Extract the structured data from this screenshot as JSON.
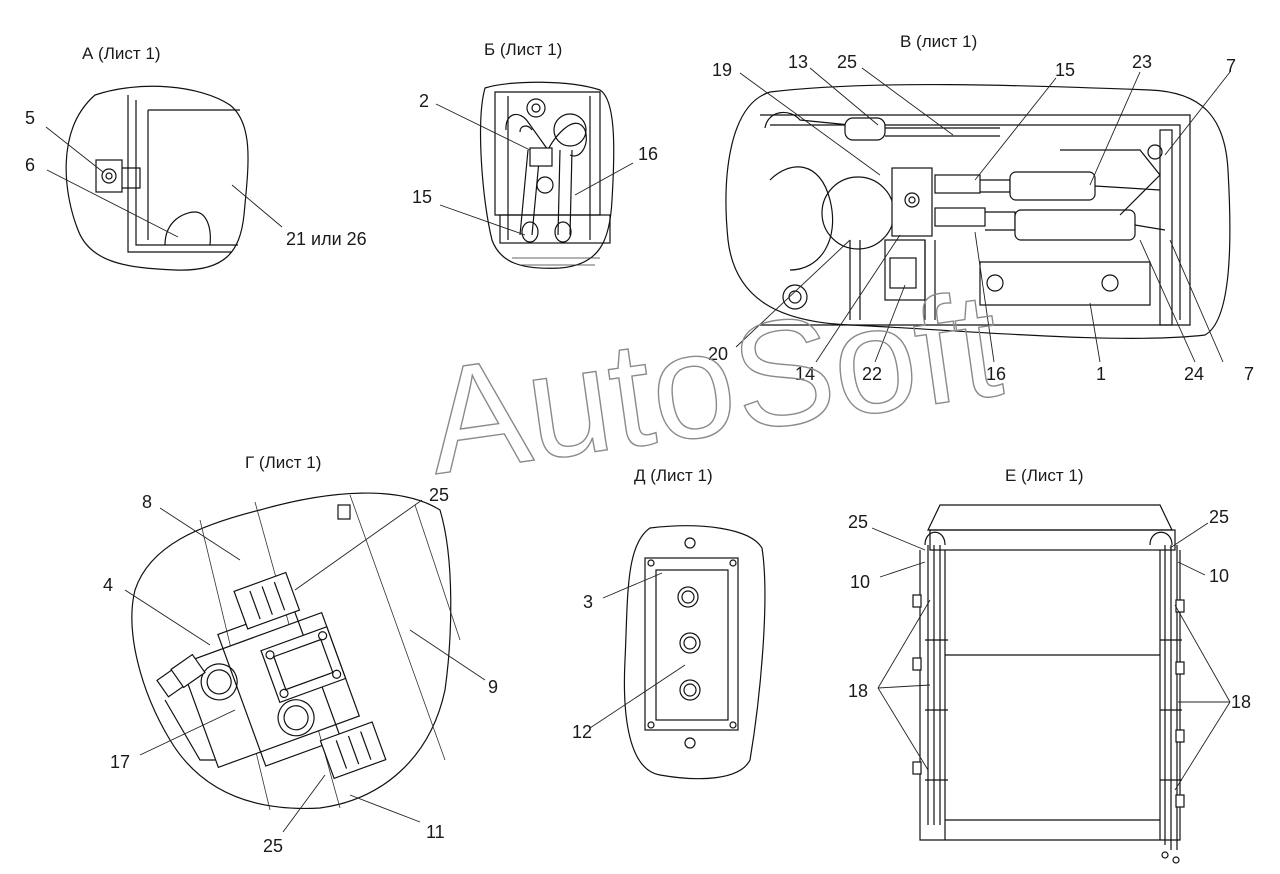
{
  "views": {
    "a": {
      "title": "А (Лист 1)",
      "labels": {
        "l5": "5",
        "l6": "6",
        "l21": "21 или 26"
      }
    },
    "b": {
      "title": "Б (Лист 1)",
      "labels": {
        "l2": "2",
        "l16": "16",
        "l15": "15"
      }
    },
    "v": {
      "title": "В (лист 1)",
      "labels": {
        "l19": "19",
        "l13": "13",
        "l25": "25",
        "l15": "15",
        "l23": "23",
        "l7a": "7",
        "l20": "20",
        "l14": "14",
        "l22": "22",
        "l16": "16",
        "l1": "1",
        "l24": "24",
        "l7b": "7"
      }
    },
    "g": {
      "title": "Г (Лист 1)",
      "labels": {
        "l8": "8",
        "l25a": "25",
        "l4": "4",
        "l9": "9",
        "l17": "17",
        "l25b": "25",
        "l11": "11"
      }
    },
    "d": {
      "title": "Д (Лист 1)",
      "labels": {
        "l3": "3",
        "l12": "12"
      }
    },
    "e": {
      "title": "Е (Лист 1)",
      "labels": {
        "l25a": "25",
        "l25b": "25",
        "l10a": "10",
        "l10b": "10",
        "l18a": "18",
        "l18b": "18"
      }
    }
  },
  "watermark": "AutoSoft"
}
